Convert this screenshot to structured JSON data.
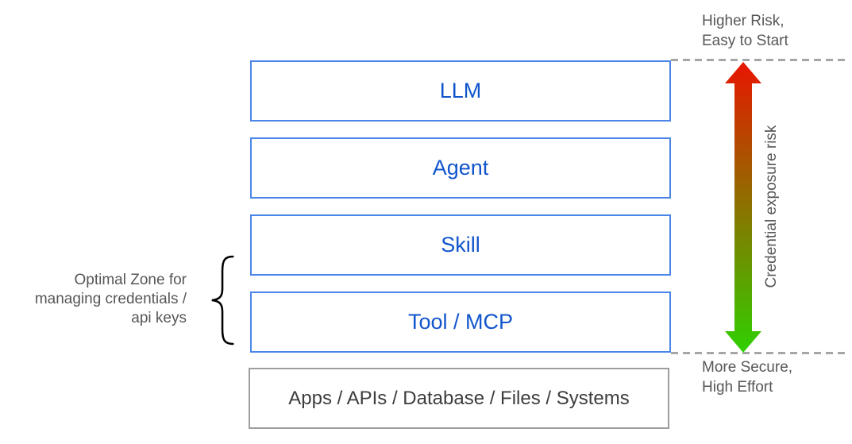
{
  "diagram": {
    "stack": {
      "layers": [
        {
          "label": "LLM"
        },
        {
          "label": "Agent"
        },
        {
          "label": "Skill"
        },
        {
          "label": "Tool / MCP"
        }
      ],
      "base": {
        "label": "Apps / APIs / Database / Files / Systems"
      }
    },
    "optimal_zone": {
      "line1": "Optimal Zone for",
      "line2": "managing credentials /",
      "line3": "api keys"
    },
    "risk_axis": {
      "top_line1": "Higher Risk,",
      "top_line2": "Easy to Start",
      "bottom_line1": "More Secure,",
      "bottom_line2": "High Effort",
      "arrow_label": "Credential exposure risk"
    },
    "colors": {
      "layer_border": "#4a86e8",
      "layer_text": "#1155cc",
      "base_border": "#9e9e9e",
      "base_text": "#3d3d3d",
      "annotation_text": "#575757",
      "dashed_line": "#a6a6a6",
      "arrow_top": "#e81500",
      "arrow_bottom": "#2fd000",
      "brace": "#000000"
    }
  }
}
